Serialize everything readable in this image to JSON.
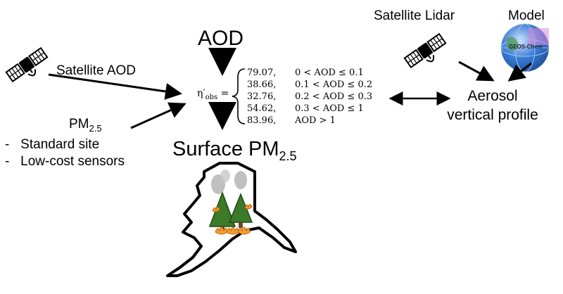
{
  "title": "AOD",
  "output": {
    "prefix": "Surface PM",
    "subscript": "2.5"
  },
  "satellite_aod": "Satellite AOD",
  "pm": {
    "prefix": "PM",
    "subscript": "2.5",
    "items": [
      "Standard site",
      "Low-cost sensors"
    ],
    "bullet": "-"
  },
  "equation": {
    "symbol": "η′",
    "subscript": "obs",
    "equals": "=",
    "cases": [
      {
        "value": "79.07,",
        "condition": "0 < AOD ≤ 0.1"
      },
      {
        "value": "38.66,",
        "condition": "0.1 < AOD ≤ 0.2"
      },
      {
        "value": "32.76,",
        "condition": "0.2 < AOD ≤ 0.3"
      },
      {
        "value": "54.62,",
        "condition": "0.3 < AOD ≤ 1"
      },
      {
        "value": "83.96,",
        "condition": "AOD > 1"
      }
    ]
  },
  "satellite_lidar": "Satellite Lidar",
  "model": {
    "label": "Model",
    "logo_text": "GEOS-Chem"
  },
  "profile": {
    "line1": "Aerosol",
    "line2": "vertical profile"
  },
  "colors": {
    "globe": "#3a7bd5",
    "tree": "#3c7a2a",
    "fire": "#f2a12b",
    "smoke": "#b5b5b5"
  }
}
